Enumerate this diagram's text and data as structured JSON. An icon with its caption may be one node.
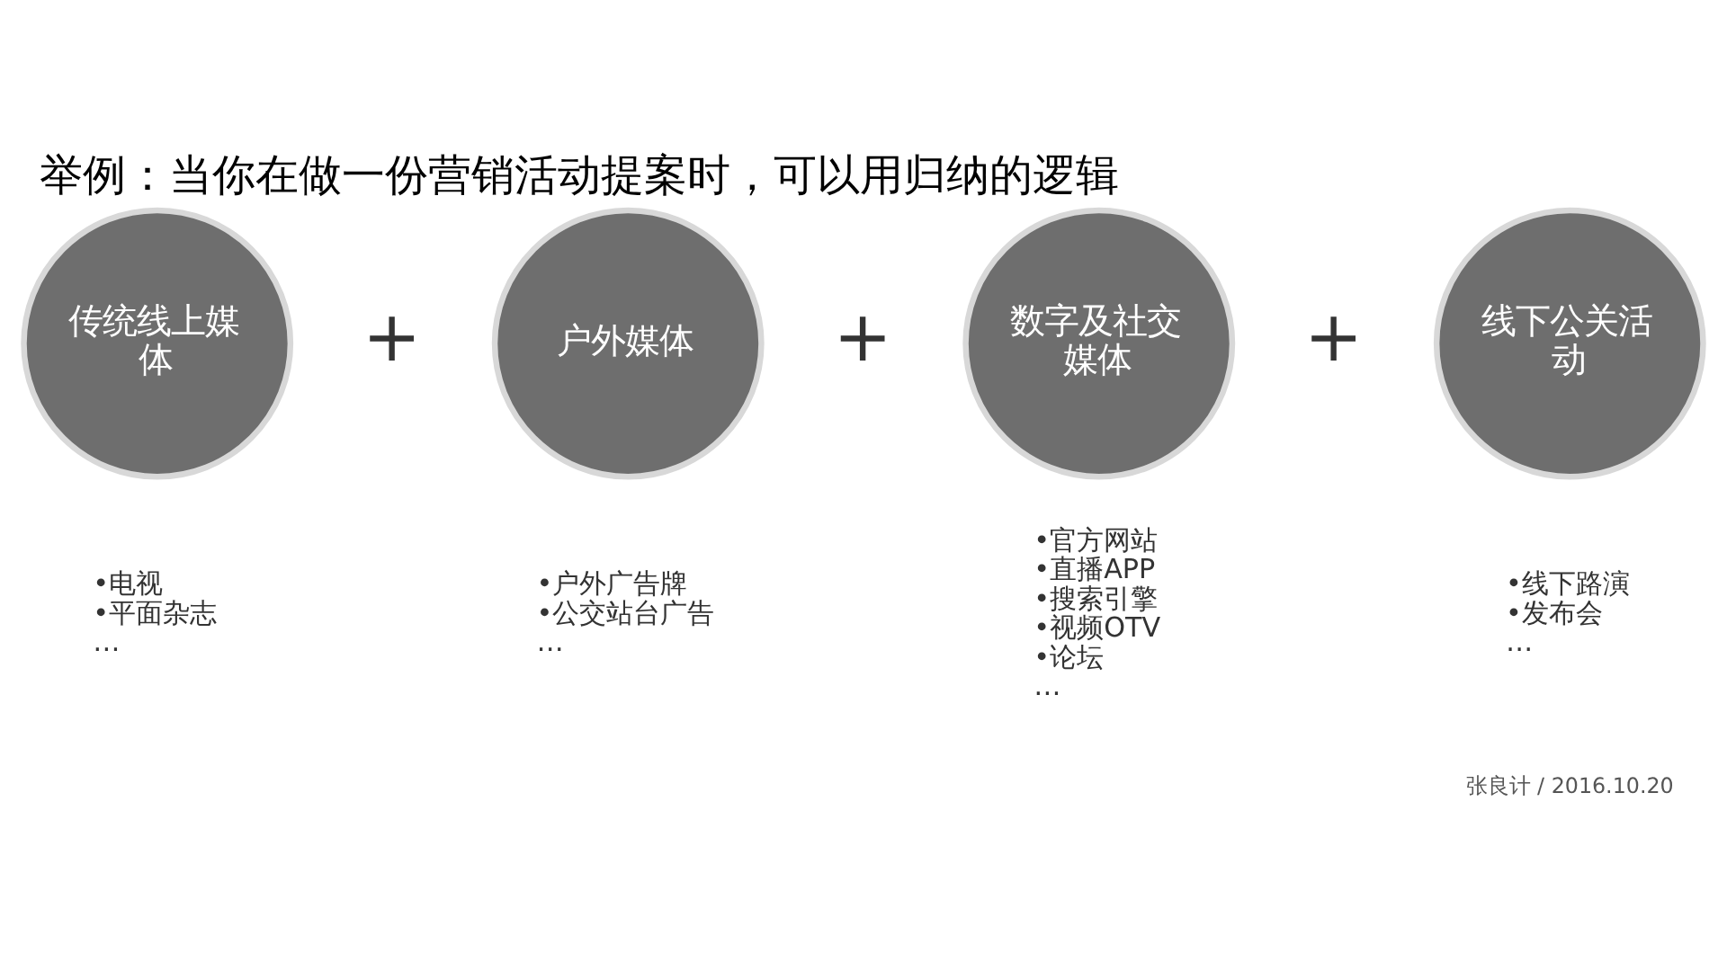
{
  "diagram": {
    "title": "举例：当你在做一份营销活动提案时，可以用归纳的逻辑",
    "nodes": [
      {
        "text": [
          "传统线上媒体"
        ],
        "beside": [
          "•电视",
          "•平面杂志",
          "…"
        ]
      },
      {
        "text": [
          "户外媒体"
        ],
        "beside": [
          "•户外广告牌",
          "•公交站台广告",
          "…"
        ]
      },
      {
        "text": [
          "数字及社交媒体"
        ],
        "beside": [
          "•官方网站",
          "•直播APP",
          "•搜索引擎",
          "•视频OTV",
          "•论坛",
          "…"
        ]
      },
      {
        "text": [
          "线下公关活动"
        ],
        "beside": [
          "•线下路演",
          "•发布会",
          "…"
        ]
      }
    ],
    "edges": [],
    "labels": [
      "+",
      "+",
      "+",
      "张良计 / 2016.10.20"
    ]
  }
}
